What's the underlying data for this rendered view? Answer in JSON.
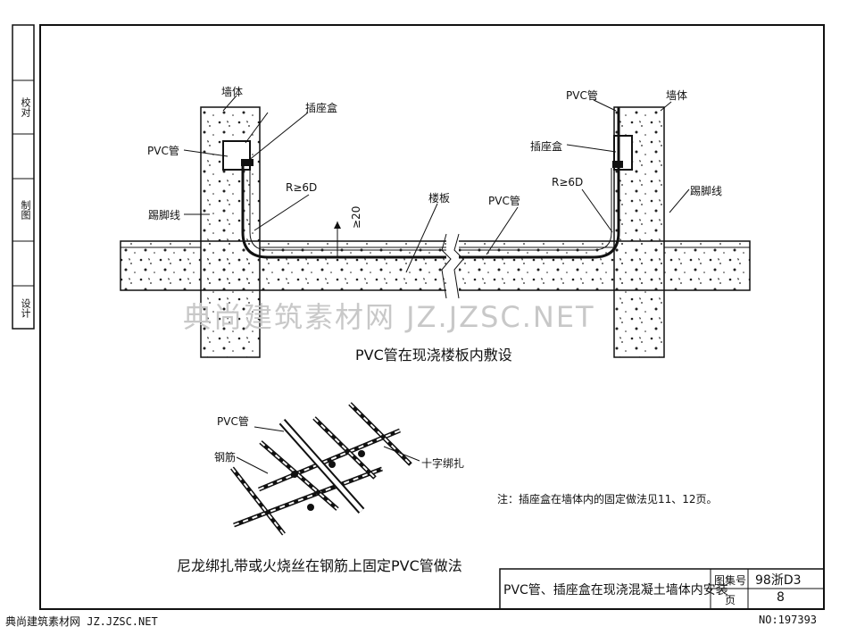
{
  "labels": {
    "wall_left": "墙体",
    "socket_box_left": "插座盒",
    "pvc_left": "PVC管",
    "bend_left": "R≥6D",
    "skirting_left": "踢脚线",
    "dim_20": "≥20",
    "floor_slab": "楼板",
    "pvc_mid": "PVC管",
    "pvc_right": "PVC管",
    "wall_right": "墙体",
    "socket_box_right": "插座盒",
    "bend_right": "R≥6D",
    "skirting_right": "踢脚线",
    "pvc_mesh": "PVC管",
    "rebar": "钢筋",
    "cross_tie": "十字绑扎"
  },
  "captions": {
    "section": "PVC管在现浇楼板内敷设",
    "mesh": "尼龙绑扎带或火烧丝在钢筋上固定PVC管做法"
  },
  "note": "注：插座盒在墙体内的固定做法见11、12页。",
  "title_block": {
    "title": "PVC管、插座盒在现浇混凝土墙体内安装",
    "atlas_label": "图集号",
    "atlas_value": "98浙D3",
    "page_label": "页",
    "page_value": "8"
  },
  "side_strip": {
    "design": "设计",
    "drawing": "制图",
    "check": "校对"
  },
  "watermark": "典尚建筑素材网 JZ.JZSC.NET",
  "footer": {
    "left": "典尚建筑素材网 JZ.JZSC.NET",
    "right": "NO:197393"
  }
}
